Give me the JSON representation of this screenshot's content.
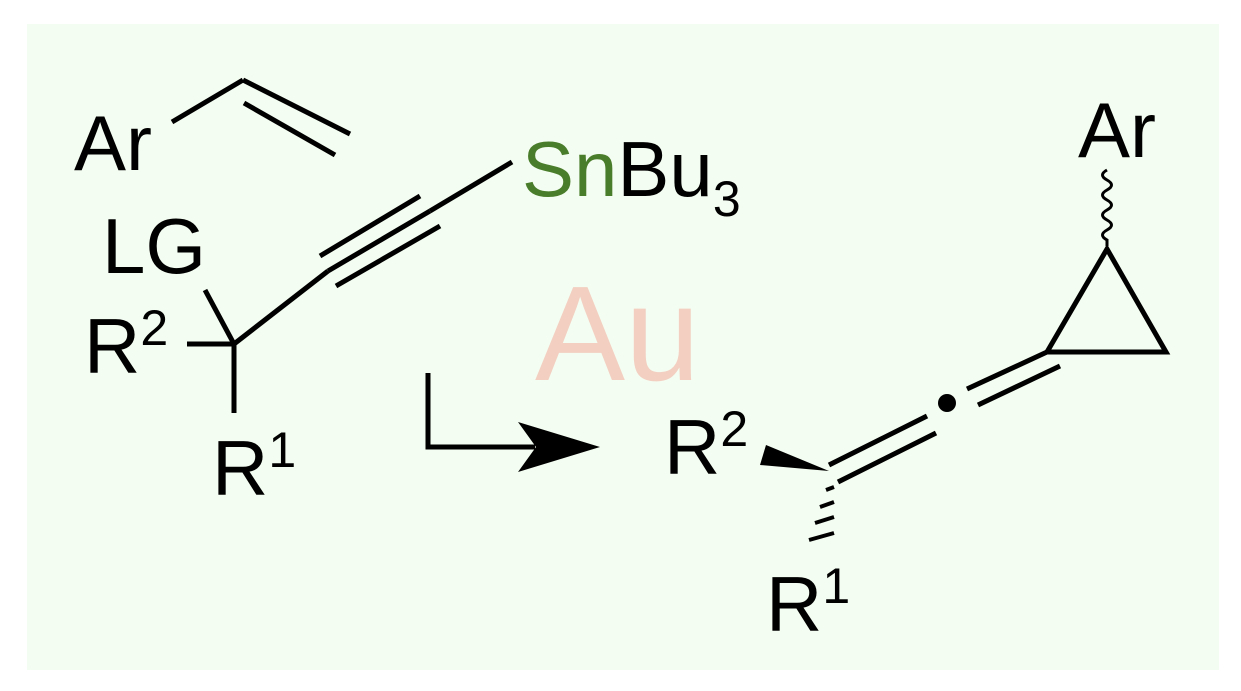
{
  "colors": {
    "background": "#f4fdf1",
    "tin": "#4a7d2b",
    "catalyst": "#f2cfc1",
    "ink": "#000000"
  },
  "reactant": {
    "aryl": "Ar",
    "leaving_group": "LG",
    "r2": "R",
    "r2_sup": "2",
    "r1": "R",
    "r1_sup": "1",
    "tin_element": "Sn",
    "tin_ligand": "Bu",
    "tin_ligand_count": "3"
  },
  "catalyst": {
    "label": "Au"
  },
  "product": {
    "aryl": "Ar",
    "r2": "R",
    "r2_sup": "2",
    "r1": "R",
    "r1_sup": "1"
  }
}
